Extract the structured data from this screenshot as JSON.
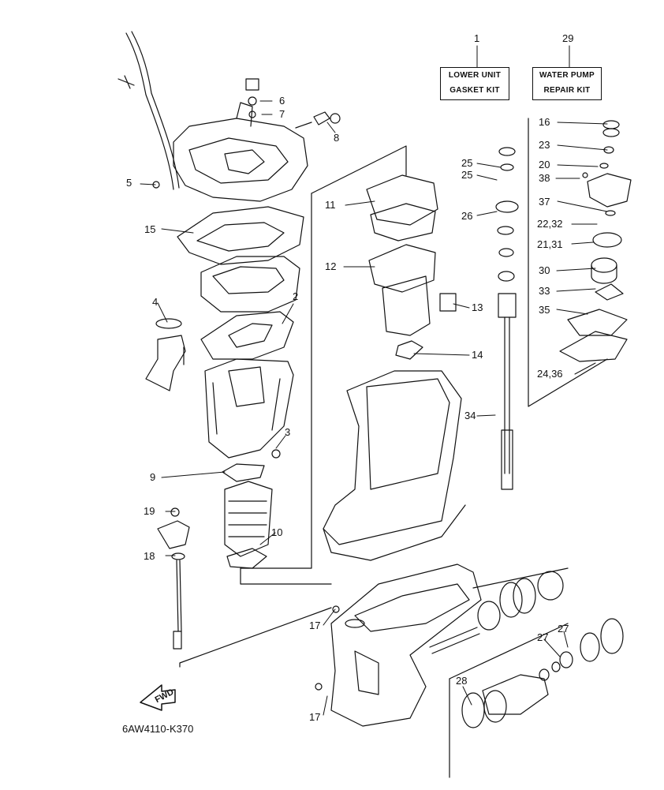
{
  "diagram": {
    "kits": [
      {
        "number": "1",
        "line1": "LOWER UNIT",
        "line2": "GASKET KIT"
      },
      {
        "number": "29",
        "line1": "WATER PUMP",
        "line2": "REPAIR KIT"
      }
    ],
    "callouts": [
      "2",
      "3",
      "4",
      "5",
      "6",
      "7",
      "8",
      "9",
      "10",
      "11",
      "12",
      "13",
      "14",
      "15",
      "16",
      "17",
      "17",
      "18",
      "19",
      "20",
      "21,31",
      "22,32",
      "23",
      "24,36",
      "25",
      "25",
      "26",
      "27",
      "27",
      "28",
      "30",
      "33",
      "34",
      "35",
      "37",
      "38"
    ],
    "fwd_label": "FWD",
    "drawing_code": "6AW4110-K370"
  },
  "colors": {
    "line": "#111111",
    "background": "#ffffff"
  }
}
